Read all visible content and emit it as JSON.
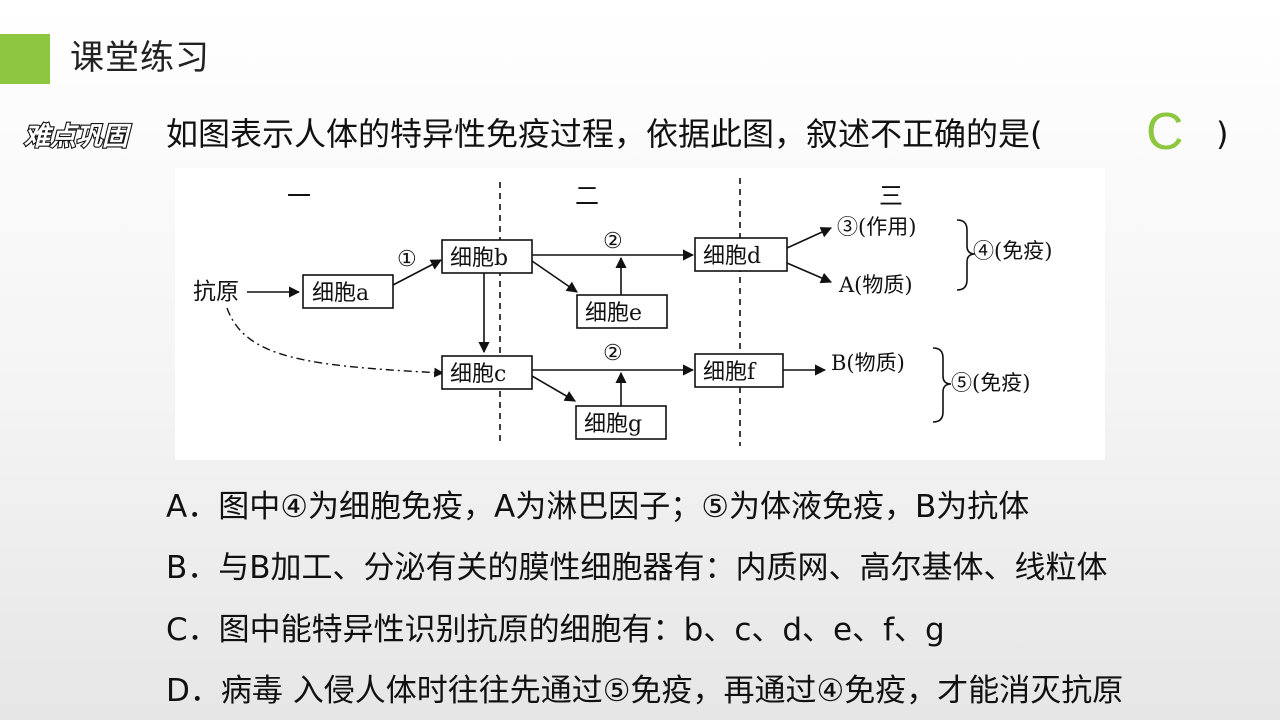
{
  "header": {
    "title": "课堂练习",
    "accent_color": "#8dc63f"
  },
  "question": {
    "badge": "难点巩固",
    "text": "如图表示人体的特异性免疫过程，依据此图，叙述不正确的是(",
    "answer": "C",
    "close": ")",
    "answer_color": "#8dc63f"
  },
  "diagram": {
    "stage_labels": [
      "一",
      "二",
      "三"
    ],
    "antigen": "抗原",
    "cells": {
      "a": "细胞a",
      "b": "细胞b",
      "c": "细胞c",
      "d": "细胞d",
      "e": "细胞e",
      "f": "细胞f",
      "g": "细胞g"
    },
    "step1": "①",
    "step2_top": "②",
    "step2_bottom": "②",
    "effect_top": "③(作用)",
    "substance_a": "A(物质)",
    "immunity_4": "④(免疫)",
    "substance_b": "B(物质)",
    "immunity_5": "⑤(免疫)"
  },
  "options": [
    {
      "text": "A．图中④为细胞免疫，A为淋巴因子；⑤为体液免疫，B为抗体"
    },
    {
      "text": "B．与B加工、分泌有关的膜性细胞器有：内质网、高尔基体、线粒体"
    },
    {
      "text": "C．图中能特异性识别抗原的细胞有：b、c、d、e、f、g"
    },
    {
      "text": "D．病毒 入侵人体时往往先通过⑤免疫，再通过④免疫，才能消灭抗原"
    }
  ]
}
